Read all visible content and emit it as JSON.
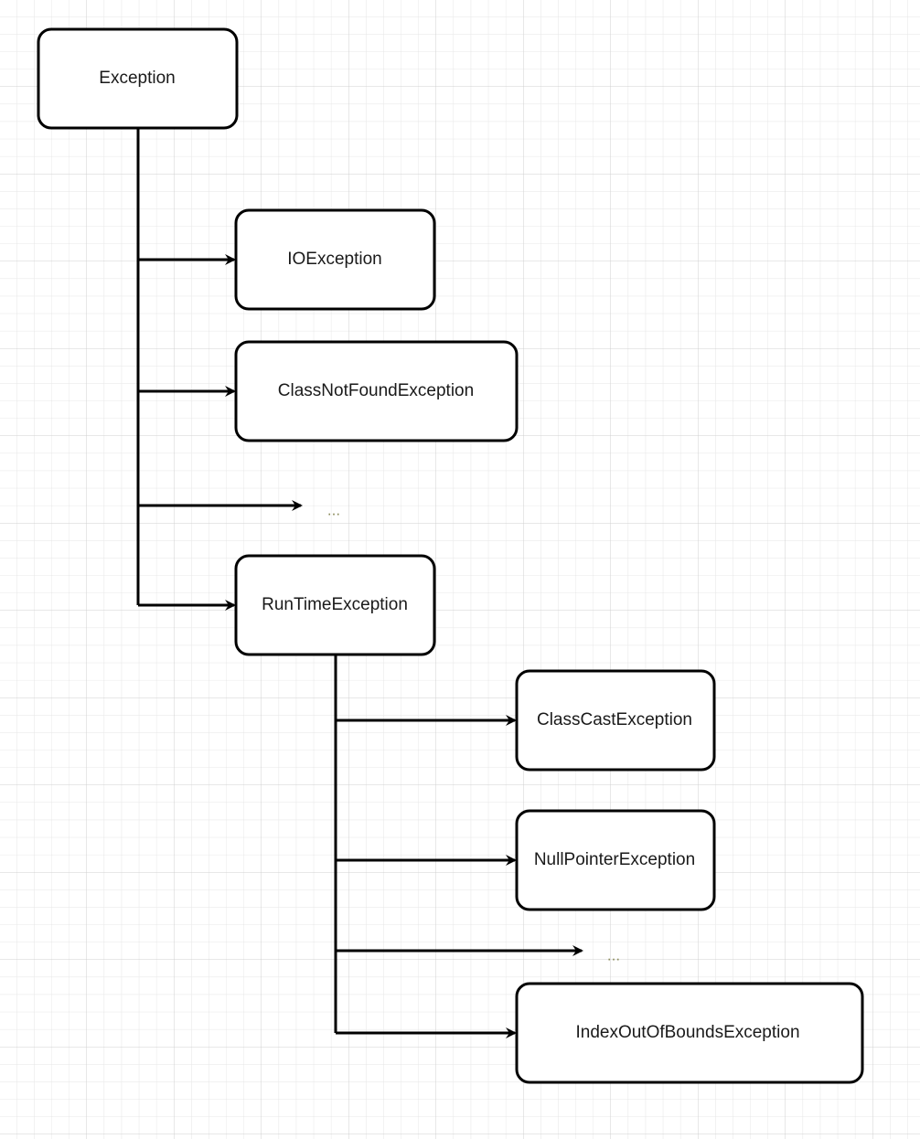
{
  "colors": {
    "background": "#ffffff",
    "grid_minor": "#e6e6e6",
    "grid_major": "#d0d0d0",
    "stroke": "#000000",
    "node_fill": "#ffffff",
    "text": "#1a1a1a",
    "ellipsis": "#8a8a5a"
  },
  "nodes": {
    "exception": "Exception",
    "io_exception": "IOException",
    "class_not_found_exception": "ClassNotFoundException",
    "runtime_exception": "RunTimeException",
    "class_cast_exception": "ClassCastException",
    "null_pointer_exception": "NullPointerException",
    "index_out_of_bounds_exception": "IndexOutOfBoundsException"
  },
  "ellipsis": {
    "level1": "...",
    "level2": "..."
  }
}
